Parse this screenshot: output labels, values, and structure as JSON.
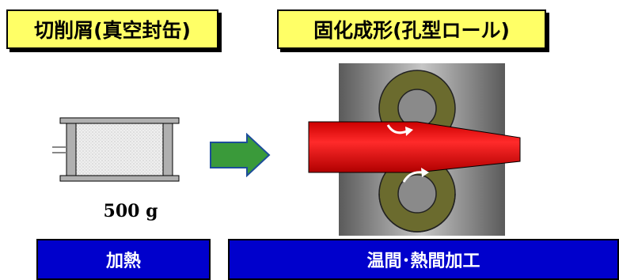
{
  "titles": {
    "chips": "切削屑(真空封缶)",
    "forming": "固化成形(孔型ロール)"
  },
  "sample": {
    "weight_label": "500 g"
  },
  "processes": {
    "heating": "加熱",
    "rolling": "温間･熱間加工"
  },
  "colors": {
    "title_fill": "#ffff66",
    "process_fill": "#0000cc",
    "arrow_fill": "#3a9a3a",
    "bar_red": "#ee0000",
    "roll_olive": "#6b6b2e",
    "background_grey": "#8a8a8a"
  }
}
